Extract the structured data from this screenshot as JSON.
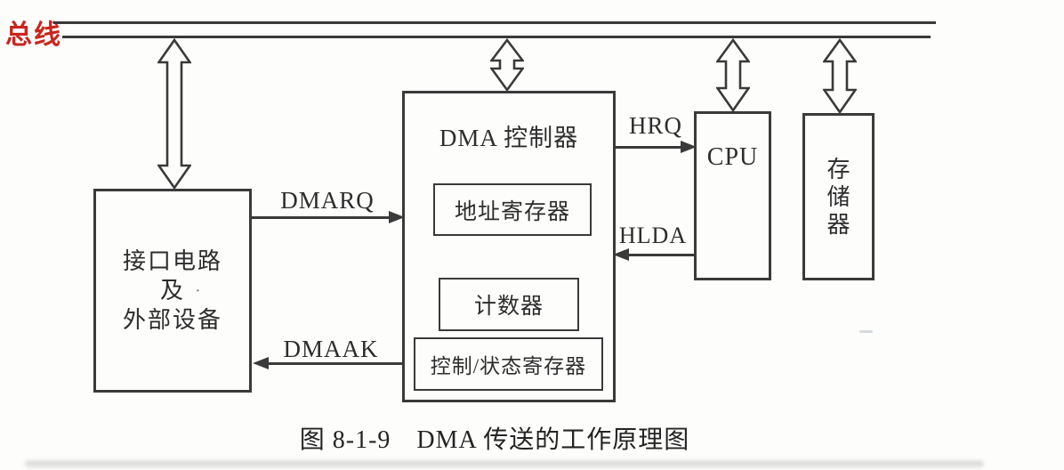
{
  "figure": {
    "caption": "图 8-1-9　DMA 传送的工作原理图"
  },
  "bus": {
    "label": "总线"
  },
  "boxes": {
    "interface": {
      "line1": "接口电路",
      "line2": "及",
      "line3": "外部设备",
      "speck": "·"
    },
    "dma_controller": {
      "title": "DMA 控制器",
      "address_register": "地址寄存器",
      "counter": "计数器",
      "control_status_register": "控制/状态寄存器"
    },
    "cpu": {
      "label": "CPU"
    },
    "memory": {
      "char1": "存",
      "char2": "储",
      "char3": "器"
    }
  },
  "signals": {
    "dmarq": "DMARQ",
    "dmaak": "DMAAK",
    "hrq": "HRQ",
    "hlda": "HLDA"
  },
  "colors": {
    "ink": "#3a3a3a",
    "bus_label_red": "#c8251d",
    "background": "#fdfdfc"
  }
}
